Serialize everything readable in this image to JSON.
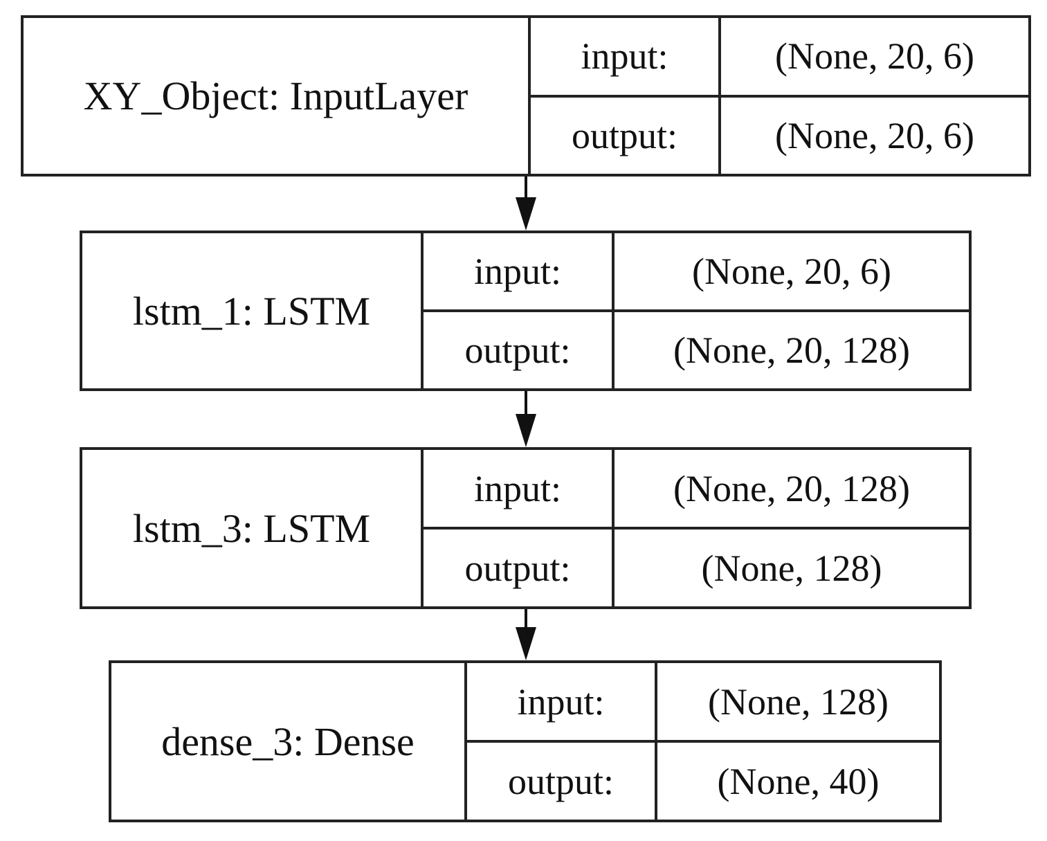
{
  "layers": [
    {
      "name": "XY_Object: InputLayer",
      "input_label": "input:",
      "input_shape": "(None, 20, 6)",
      "output_label": "output:",
      "output_shape": "(None, 20, 6)"
    },
    {
      "name": "lstm_1: LSTM",
      "input_label": "input:",
      "input_shape": "(None, 20, 6)",
      "output_label": "output:",
      "output_shape": "(None, 20, 128)"
    },
    {
      "name": "lstm_3: LSTM",
      "input_label": "input:",
      "input_shape": "(None, 20, 128)",
      "output_label": "output:",
      "output_shape": "(None, 128)"
    },
    {
      "name": "dense_3: Dense",
      "input_label": "input:",
      "input_shape": "(None, 128)",
      "output_label": "output:",
      "output_shape": "(None, 40)"
    }
  ],
  "edges": [
    {
      "from": 0,
      "to": 1
    },
    {
      "from": 1,
      "to": 2
    },
    {
      "from": 2,
      "to": 3
    }
  ]
}
